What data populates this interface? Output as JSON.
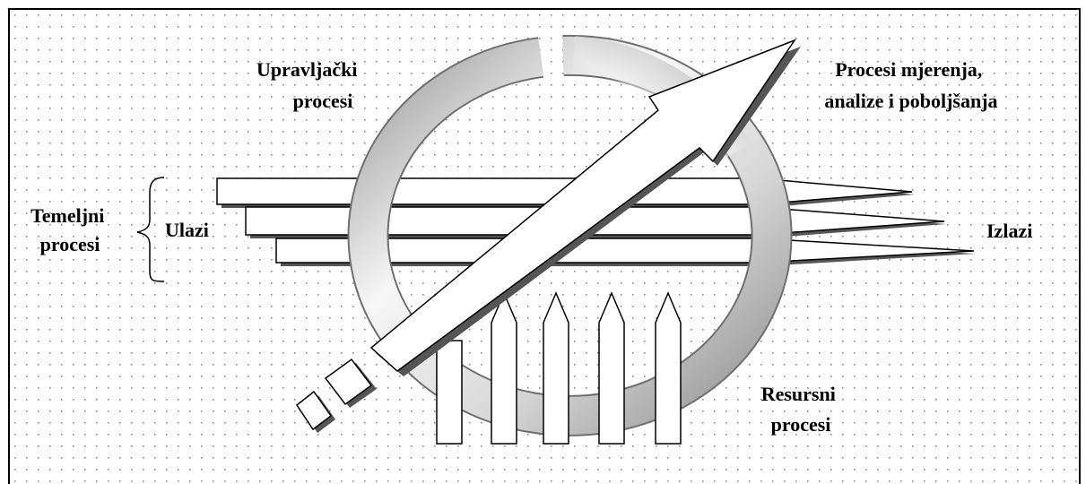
{
  "labels": {
    "control_line1": "Upravljački",
    "control_line2": "procesi",
    "measure_line1": "Procesi mjerenja,",
    "measure_line2": "analize i poboljšanja",
    "core_line1": "Temeljni",
    "core_line2": "procesi",
    "inputs": "Ulazi",
    "outputs": "Izlazi",
    "resource_line1": "Resursni",
    "resource_line2": "procesi"
  },
  "colors": {
    "background": "#ffffff",
    "dot": "#8a8a8a",
    "stroke": "#000000",
    "shape_fill": "#ffffff",
    "shadow": "#555555",
    "ring_light": "#f2f2f2",
    "ring_dark": "#9a9a9a"
  },
  "icons": {
    "core_brace": "left-curly-brace",
    "pickets": "fence-pickets",
    "cycle": "cycle-ring",
    "improvement_arrow": "diagonal-arrow"
  }
}
